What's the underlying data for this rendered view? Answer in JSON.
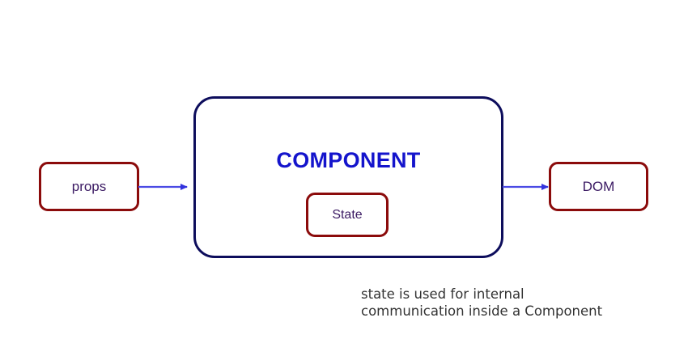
{
  "diagram": {
    "title_text": "COMPONENT",
    "nodes": {
      "props": {
        "label": "props"
      },
      "state": {
        "label": "State"
      },
      "dom": {
        "label": "DOM"
      }
    },
    "edges": {
      "props_to_component": {
        "label": ""
      },
      "component_to_dom": {
        "label": ""
      }
    },
    "caption": "state is used for internal\ncommunication inside a Component",
    "colors": {
      "component_border": "#0d0d5c",
      "component_title": "#1414cc",
      "node_border": "#8B0b0b",
      "node_text": "#3b1a63",
      "arrow": "#4343e0",
      "caption_text": "#333333",
      "background": "#ffffff"
    }
  }
}
